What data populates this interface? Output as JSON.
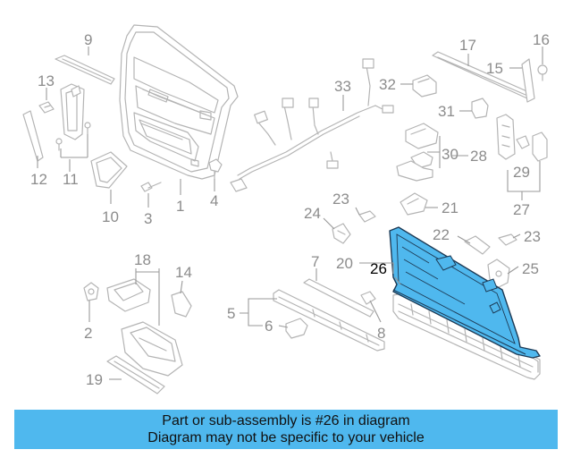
{
  "diagram": {
    "callouts": [
      "1",
      "2",
      "3",
      "4",
      "5",
      "6",
      "7",
      "8",
      "9",
      "10",
      "11",
      "12",
      "13",
      "14",
      "15",
      "16",
      "17",
      "18",
      "19",
      "20",
      "21",
      "22",
      "23",
      "24",
      "25",
      "26",
      "27",
      "28",
      "29",
      "30",
      "31",
      "32",
      "33"
    ],
    "highlighted_part": "26",
    "highlight_color": "#4fb8ee"
  },
  "banner": {
    "line1": "Part or sub-assembly is #26 in diagram",
    "line2": "Diagram may not be specific to your vehicle",
    "color": "#4fb8ee"
  }
}
